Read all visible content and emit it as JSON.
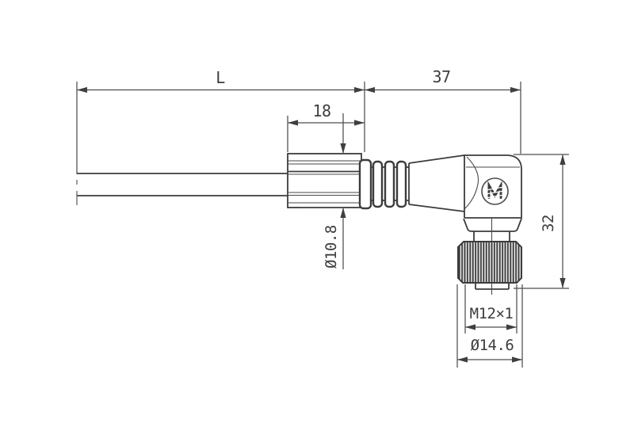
{
  "drawing": {
    "description": "Dimensional technical drawing of an M12 right-angle connector with moulded cable",
    "background_color": "#ffffff",
    "outline_color": "#3c3c3c",
    "dimension_line_color": "#4d4d4d",
    "text_color": "#3d3d3d",
    "knurl_color": "#3c3c3c"
  },
  "dimensions": {
    "cable_length": "L",
    "connector_length": "37",
    "sleeve_length": "18",
    "sleeve_diameter": "Ø10.8",
    "connector_height": "32",
    "thread_size": "M12×1",
    "nut_diameter": "Ø14.6"
  },
  "icons": {
    "logo": "manufacturer-logo-icon (circle with hatched M emblem)"
  }
}
